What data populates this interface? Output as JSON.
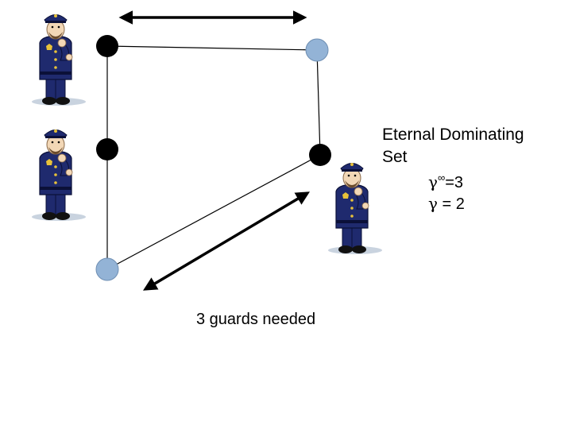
{
  "title": {
    "line1": "Eternal Dominating",
    "line2": "Set"
  },
  "gamma_inf": {
    "symbol": "γ",
    "superscript": "∞",
    "text": "=3"
  },
  "gamma": {
    "symbol": "γ",
    "text": " = 2"
  },
  "caption": "3 guards needed",
  "colors": {
    "occupied_vertex": "#000000",
    "empty_vertex": "#93b3d6",
    "edge": "#000000",
    "guard_uniform": "#1f2a6e"
  },
  "graph": {
    "vertices": [
      {
        "id": "v-top-left",
        "occupied": true
      },
      {
        "id": "v-top-right",
        "occupied": false
      },
      {
        "id": "v-mid-left",
        "occupied": true
      },
      {
        "id": "v-mid-right",
        "occupied": true
      },
      {
        "id": "v-bottom-left",
        "occupied": false
      }
    ],
    "edges": [
      [
        "v-top-left",
        "v-top-right"
      ],
      [
        "v-top-left",
        "v-mid-left"
      ],
      [
        "v-top-right",
        "v-mid-right"
      ],
      [
        "v-mid-left",
        "v-bottom-left"
      ],
      [
        "v-mid-right",
        "v-bottom-left"
      ]
    ]
  },
  "icons": [
    "guard-icon",
    "double-arrow-icon"
  ]
}
